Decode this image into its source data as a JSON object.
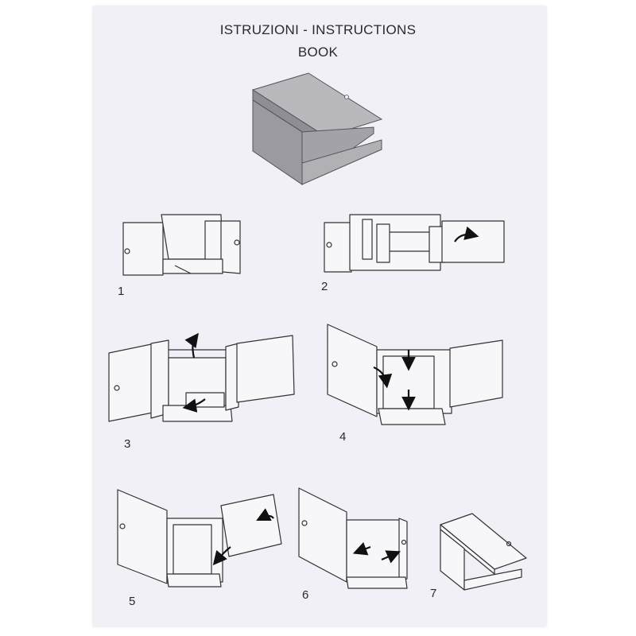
{
  "header": {
    "title_line1": "ISTRUZIONI - INSTRUCTIONS",
    "title_line2": "BOOK"
  },
  "steps": [
    {
      "number": "1"
    },
    {
      "number": "2"
    },
    {
      "number": "3"
    },
    {
      "number": "4"
    },
    {
      "number": "5"
    },
    {
      "number": "6"
    },
    {
      "number": "7"
    }
  ],
  "colors": {
    "paper": "#f1f0f6",
    "ink": "#333333",
    "box_grey": "#a8a8ad"
  }
}
